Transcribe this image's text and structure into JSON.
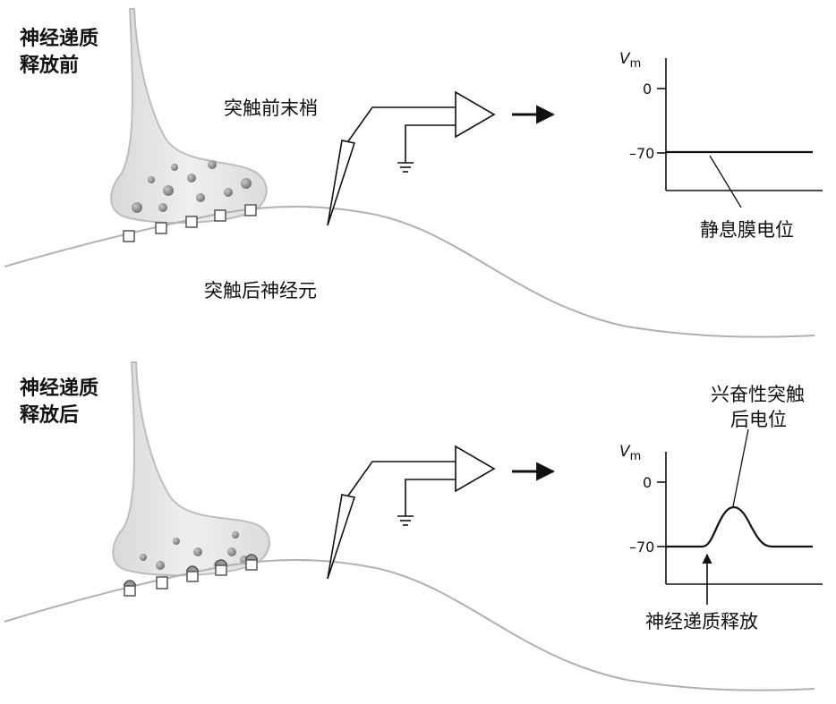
{
  "panels": {
    "before": {
      "title_line1": "神经递质",
      "title_line2": "释放前",
      "presynaptic_label": "突触前末梢",
      "postsynaptic_label": "突触后神经元",
      "graph": {
        "y_axis_label": "V",
        "y_axis_label_sub": "m",
        "tick_0": "0",
        "tick_neg70": "–70",
        "trace_callout": "静息膜电位"
      }
    },
    "after": {
      "title_line1": "神经递质",
      "title_line2": "释放后",
      "graph": {
        "y_axis_label": "V",
        "y_axis_label_sub": "m",
        "tick_0": "0",
        "tick_neg70": "–70",
        "peak_callout_line1": "兴奋性突触",
        "peak_callout_line2": "后电位",
        "event_callout": "神经递质释放"
      }
    }
  },
  "colors": {
    "terminal_fill": "#e6e6e6",
    "vesicle": "#8a8a8a",
    "membrane": "#b5b5b5",
    "ink": "#111111"
  }
}
